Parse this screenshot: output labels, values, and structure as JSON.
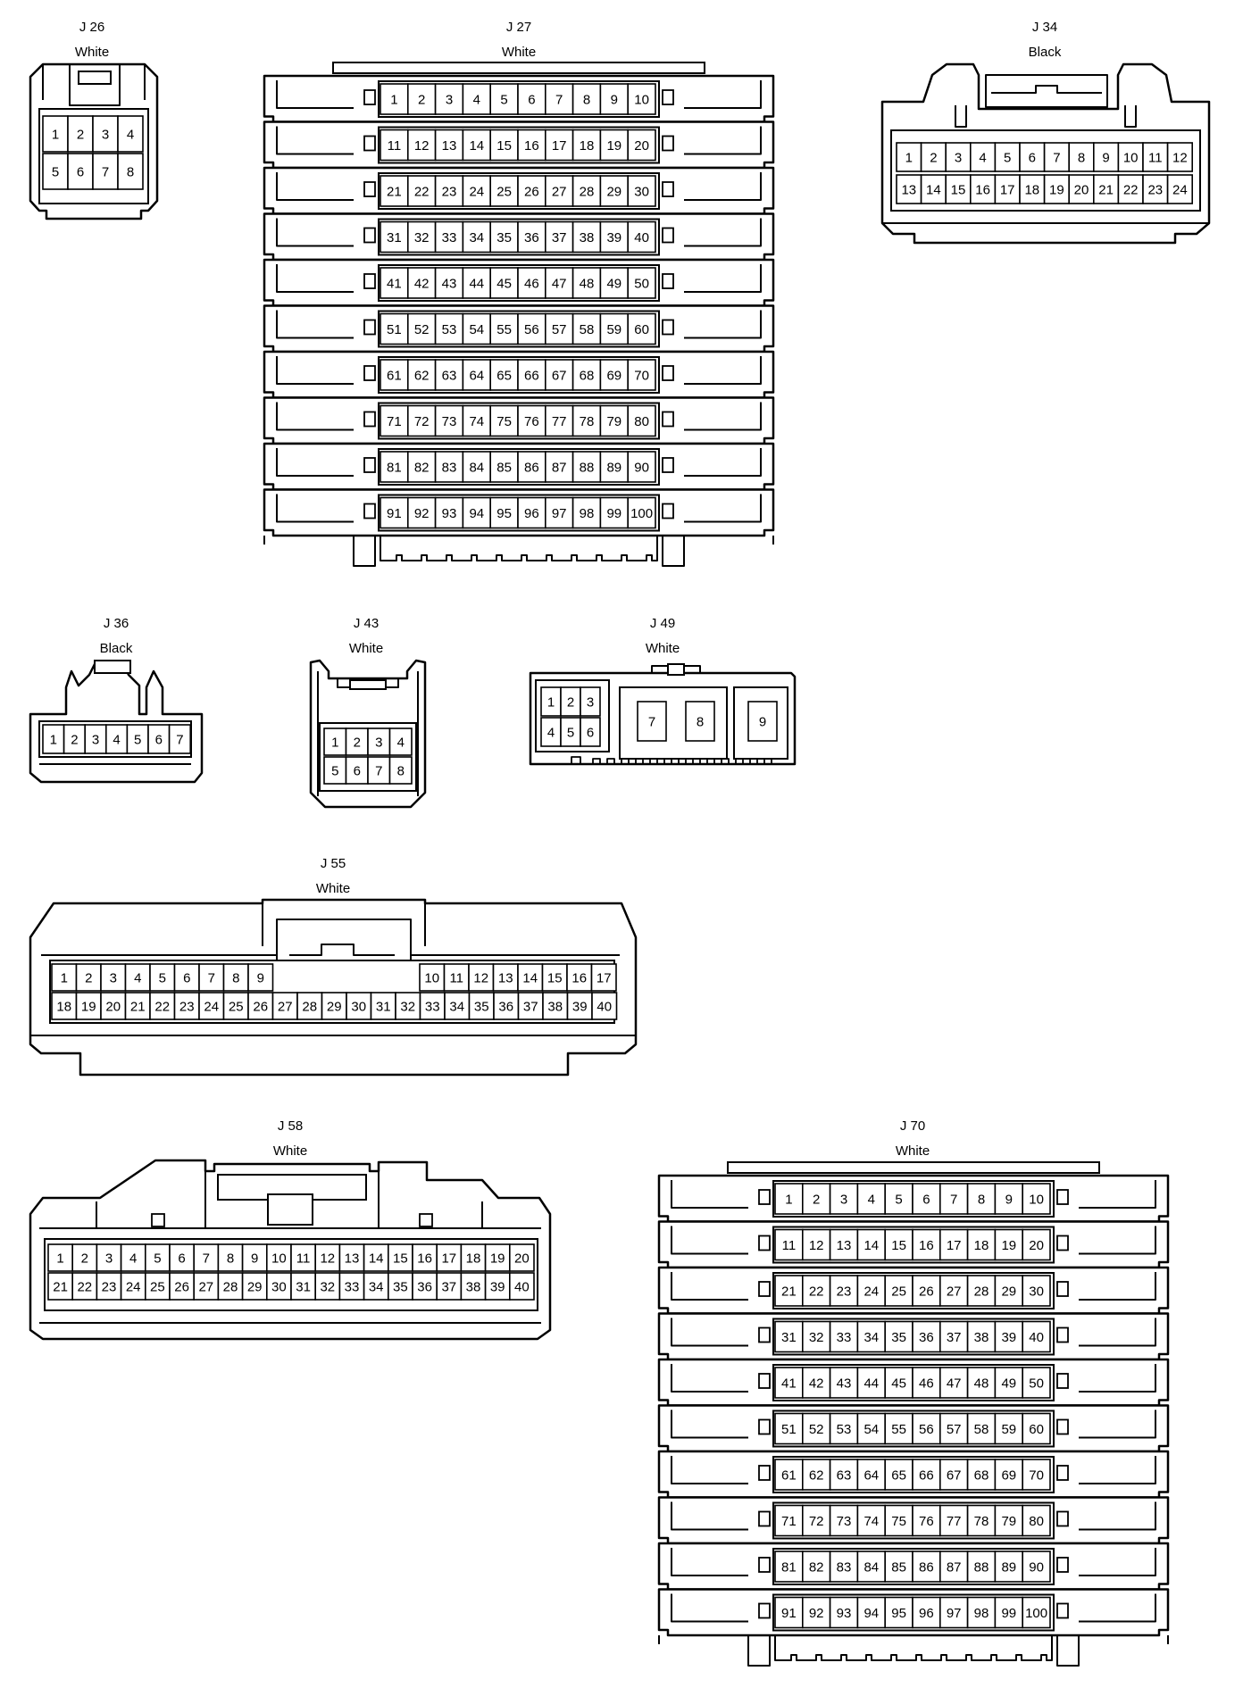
{
  "connectors": [
    {
      "id": "J26",
      "label": "J 26",
      "color": "White",
      "pins": 8
    },
    {
      "id": "J27",
      "label": "J 27",
      "color": "White",
      "pins": 100
    },
    {
      "id": "J34",
      "label": "J 34",
      "color": "Black",
      "pins": 24
    },
    {
      "id": "J36",
      "label": "J 36",
      "color": "Black",
      "pins": 7
    },
    {
      "id": "J43",
      "label": "J 43",
      "color": "White",
      "pins": 8
    },
    {
      "id": "J49",
      "label": "J 49",
      "color": "White",
      "pins": 9
    },
    {
      "id": "J55",
      "label": "J 55",
      "color": "White",
      "pins": 40
    },
    {
      "id": "J58",
      "label": "J 58",
      "color": "White",
      "pins": 40
    },
    {
      "id": "J70",
      "label": "J 70",
      "color": "White",
      "pins": 100
    }
  ]
}
